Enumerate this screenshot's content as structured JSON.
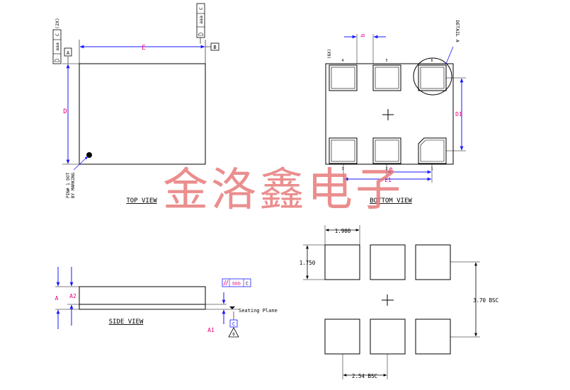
{
  "watermark": "金洛鑫电子",
  "colors": {
    "line": "#000000",
    "dimension": "#1a1aff",
    "label": "#e6007e",
    "watermark": "#e87a7a"
  },
  "top_view": {
    "caption": "TOP VIEW",
    "dim_E": "E",
    "dim_D": "D",
    "datum_A": "A",
    "datum_B": "B",
    "datum_C": "C",
    "fcf_tol": "aaa",
    "fcf_count": "(2X)",
    "pin1_note_line1": "PIN# 1 DOT",
    "pin1_note_line2": "BY MARKING"
  },
  "bottom_view": {
    "caption": "BOTTOM VIEW",
    "dim_b": "b",
    "dim_e": "e",
    "dim_E1": "E1",
    "dim_D1": "D1",
    "detail": "DETAIL A",
    "count_6x": "(6X)",
    "pin_nums": [
      "4",
      "5",
      "6",
      "3",
      "2",
      "1"
    ]
  },
  "side_view": {
    "caption": "SIDE VIEW",
    "dim_A": "A",
    "dim_A2": "A2",
    "dim_A1": "A1",
    "fcf_bbb": "bbb",
    "datum_C": "C",
    "seating_plane": "Seating Plane",
    "seating_count": "6"
  },
  "land_pattern": {
    "pad_width": "1.900",
    "pad_height": "1.750",
    "row_pitch": "3.70 BSC",
    "col_pitch": "2.54 BSC"
  }
}
